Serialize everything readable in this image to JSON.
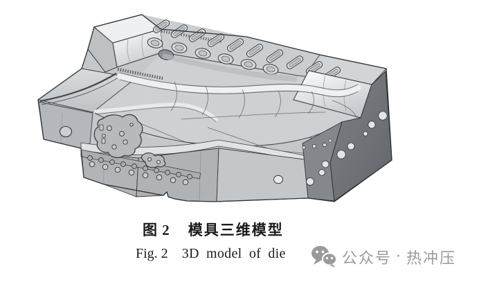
{
  "caption": {
    "zh_label": "图 2",
    "zh_title": "模具三维模型",
    "en_label": "Fig. 2",
    "en_title": "3D model of die"
  },
  "watermark": {
    "icon": "wechat-icon",
    "prefix": "公众号",
    "separator": "·",
    "name": "热冲压",
    "color": "#9a9a9a"
  },
  "illustration": {
    "subject_colors": {
      "background": "#ffffff",
      "body_gray": "#c5c8cb",
      "dark_side_gray": "#6f7377",
      "highlight_white": "#f0f1f2",
      "outline": "#2e3134",
      "caption_text": "#1b1b1b"
    }
  }
}
